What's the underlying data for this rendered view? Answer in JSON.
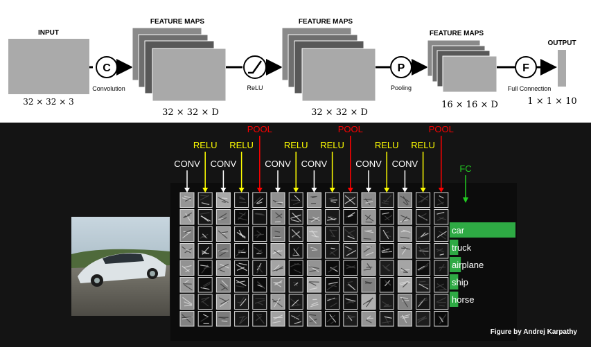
{
  "pipeline": {
    "input_title": "INPUT",
    "input_dims": "32 × 32 × 3",
    "feature_maps_title": "FEATURE MAPS",
    "fm1_dims": "32 × 32 × D",
    "fm2_dims": "32 × 32 × D",
    "fm3_dims": "16 × 16 × D",
    "output_title": "OUTPUT",
    "output_dims": "1 × 1 × 10",
    "conv_symbol": "C",
    "conv_label": "Convolution",
    "relu_label": "ReLU",
    "pool_symbol": "P",
    "pool_label": "Pooling",
    "fc_symbol": "F",
    "fc_label": "Full Connection"
  },
  "network": {
    "layers": [
      {
        "label": "CONV",
        "color": "#ffffff",
        "row": 3
      },
      {
        "label": "RELU",
        "color": "#ffff00",
        "row": 2
      },
      {
        "label": "CONV",
        "color": "#ffffff",
        "row": 3
      },
      {
        "label": "RELU",
        "color": "#ffff00",
        "row": 2
      },
      {
        "label": "POOL",
        "color": "#ff0000",
        "row": 1
      },
      {
        "label": "CONV",
        "color": "#ffffff",
        "row": 3
      },
      {
        "label": "RELU",
        "color": "#ffff00",
        "row": 2
      },
      {
        "label": "CONV",
        "color": "#ffffff",
        "row": 3
      },
      {
        "label": "RELU",
        "color": "#ffff00",
        "row": 2
      },
      {
        "label": "POOL",
        "color": "#ff0000",
        "row": 1
      },
      {
        "label": "CONV",
        "color": "#ffffff",
        "row": 3
      },
      {
        "label": "RELU",
        "color": "#ffff00",
        "row": 2
      },
      {
        "label": "CONV",
        "color": "#ffffff",
        "row": 3
      },
      {
        "label": "RELU",
        "color": "#ffff00",
        "row": 2
      },
      {
        "label": "POOL",
        "color": "#ff0000",
        "row": 1
      }
    ],
    "fc_label": "FC",
    "fc_color": "#22cc22",
    "bar_color": "#2eaa44",
    "classes": [
      {
        "label": "car",
        "score": 1.0
      },
      {
        "label": "truck",
        "score": 0.13
      },
      {
        "label": "airplane",
        "score": 0.17
      },
      {
        "label": "ship",
        "score": 0.13
      },
      {
        "label": "horse",
        "score": 0.13
      }
    ],
    "credit": "Figure by Andrej Karpathy"
  }
}
